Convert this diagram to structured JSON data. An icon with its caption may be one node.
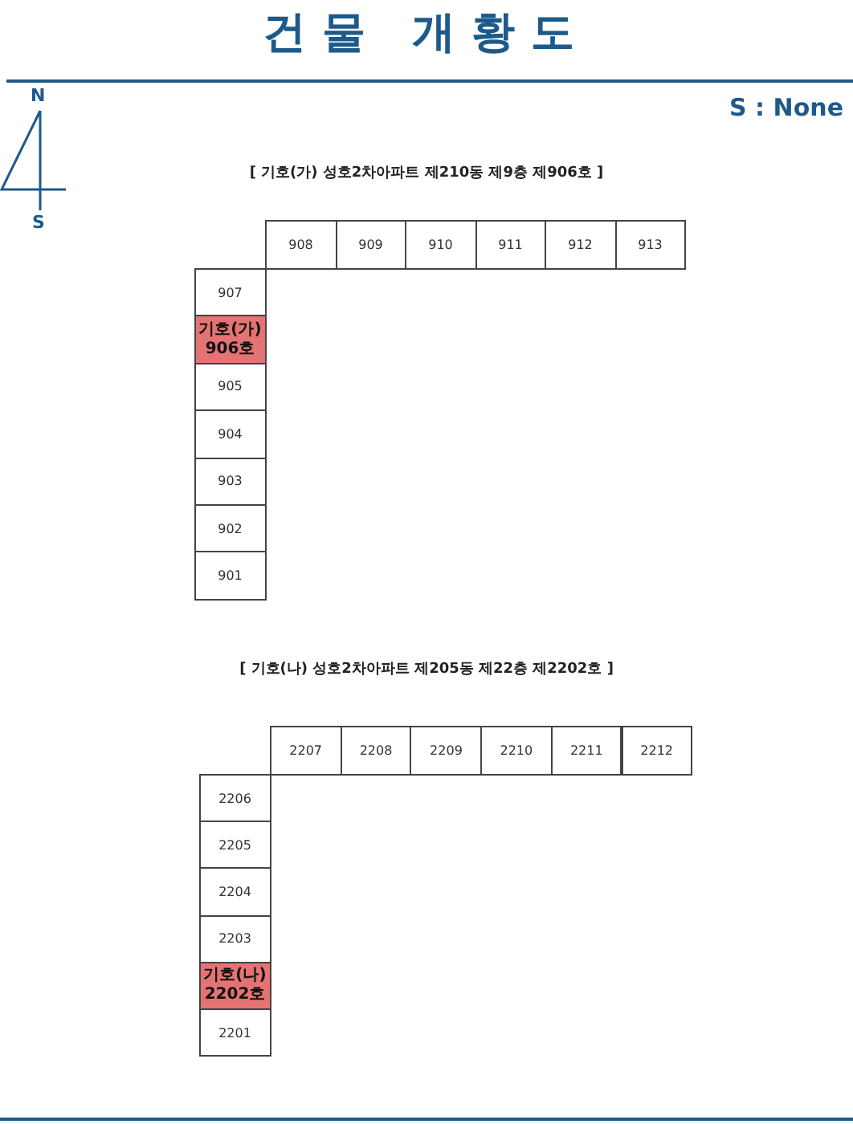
{
  "diagram": {
    "title": "건물 개황도",
    "nodes": [
      {
        "text": [
          "908"
        ]
      },
      {
        "text": [
          "909"
        ]
      },
      {
        "text": [
          "910"
        ]
      },
      {
        "text": [
          "911"
        ]
      },
      {
        "text": [
          "912"
        ]
      },
      {
        "text": [
          "913"
        ]
      },
      {
        "text": [
          "907"
        ]
      },
      {
        "text": [
          "기호(가) 906호"
        ]
      },
      {
        "text": [
          "905"
        ]
      },
      {
        "text": [
          "904"
        ]
      },
      {
        "text": [
          "903"
        ]
      },
      {
        "text": [
          "902"
        ]
      },
      {
        "text": [
          "901"
        ]
      },
      {
        "text": [
          "2207"
        ]
      },
      {
        "text": [
          "2208"
        ]
      },
      {
        "text": [
          "2209"
        ]
      },
      {
        "text": [
          "2210"
        ]
      },
      {
        "text": [
          "2211"
        ]
      },
      {
        "text": [
          "2212"
        ]
      },
      {
        "text": [
          "2206"
        ]
      },
      {
        "text": [
          "2205"
        ]
      },
      {
        "text": [
          "2204"
        ]
      },
      {
        "text": [
          "2203"
        ]
      },
      {
        "text": [
          "기호(나) 2202호"
        ]
      },
      {
        "text": [
          "2201"
        ]
      }
    ],
    "edges": [],
    "labels": [
      "N",
      "S : None",
      "S",
      "[ 기호(가) 성호2차아파트 제210동 제9층 제906호 ]",
      "[ 기호(나) 성호2차아파트 제205동 제22층 제2202호 ]"
    ]
  }
}
